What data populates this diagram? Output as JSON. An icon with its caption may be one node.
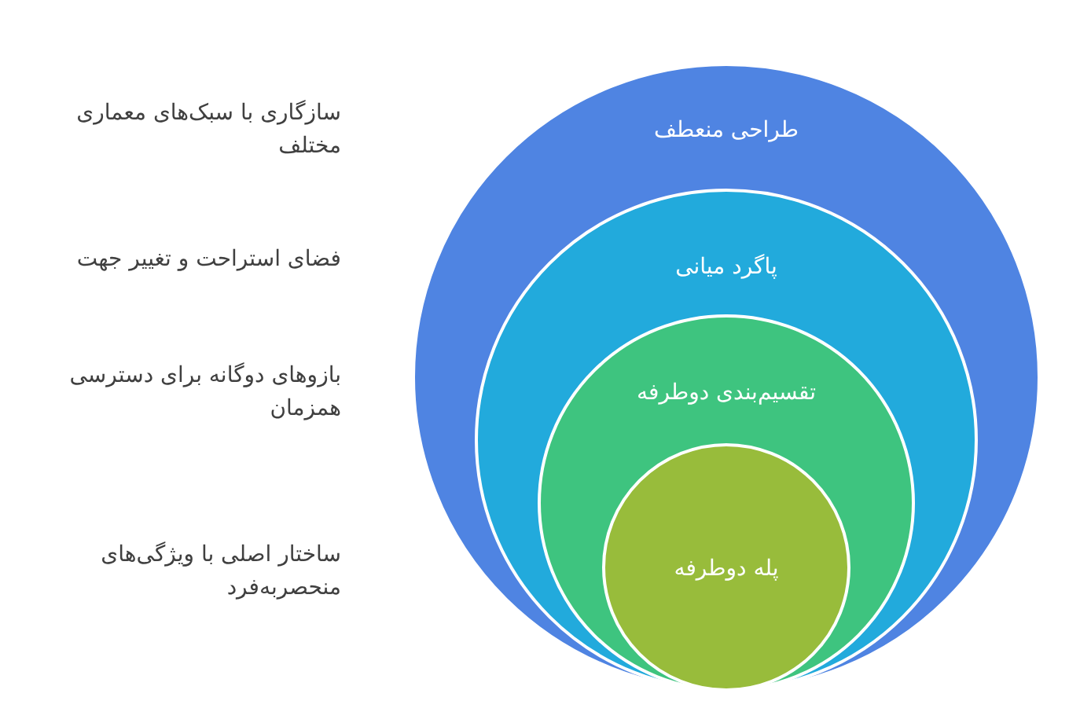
{
  "diagram": {
    "nodes": [
      {
        "text": [
          "طراحی منعطف"
        ]
      },
      {
        "text": [
          "پاگرد میانی"
        ],
        "in": 0
      },
      {
        "text": [
          "تقسیم‌بندی دوطرفه"
        ],
        "in": 1
      },
      {
        "text": [
          "پله دوطرفه"
        ],
        "in": 2
      }
    ],
    "labels": [
      "سازگاری با سبک‌های معماری مختلف",
      "فضای استراحت و تغییر جهت",
      "بازوهای دوگانه برای دسترسی همزمان",
      "ساختار اصلی با ویژگی‌های منحصربه‌فرد"
    ]
  }
}
